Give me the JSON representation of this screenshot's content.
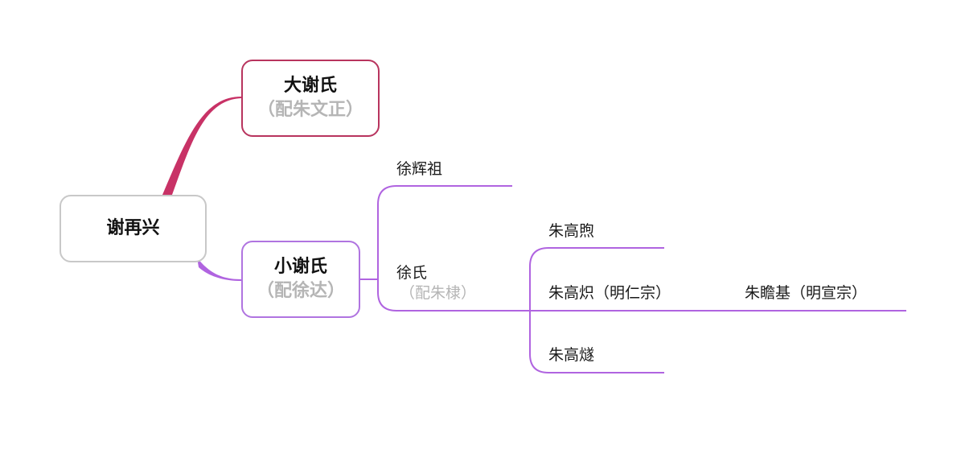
{
  "mindmap": {
    "root": {
      "label": "谢再兴"
    },
    "branches": [
      {
        "label": "大谢氏",
        "note": "（配朱文正）",
        "color": "#c83266",
        "children": []
      },
      {
        "label": "小谢氏",
        "note": "（配徐达）",
        "color": "#b064e0",
        "children": [
          {
            "label": "徐辉祖",
            "children": []
          },
          {
            "label": "徐氏",
            "note": "（配朱棣）",
            "children": [
              {
                "label": "朱高煦"
              },
              {
                "label": "朱高炽（明仁宗）",
                "children": [
                  {
                    "label": "朱瞻基（明宣宗）"
                  }
                ]
              },
              {
                "label": "朱高燧"
              }
            ]
          }
        ]
      }
    ]
  }
}
